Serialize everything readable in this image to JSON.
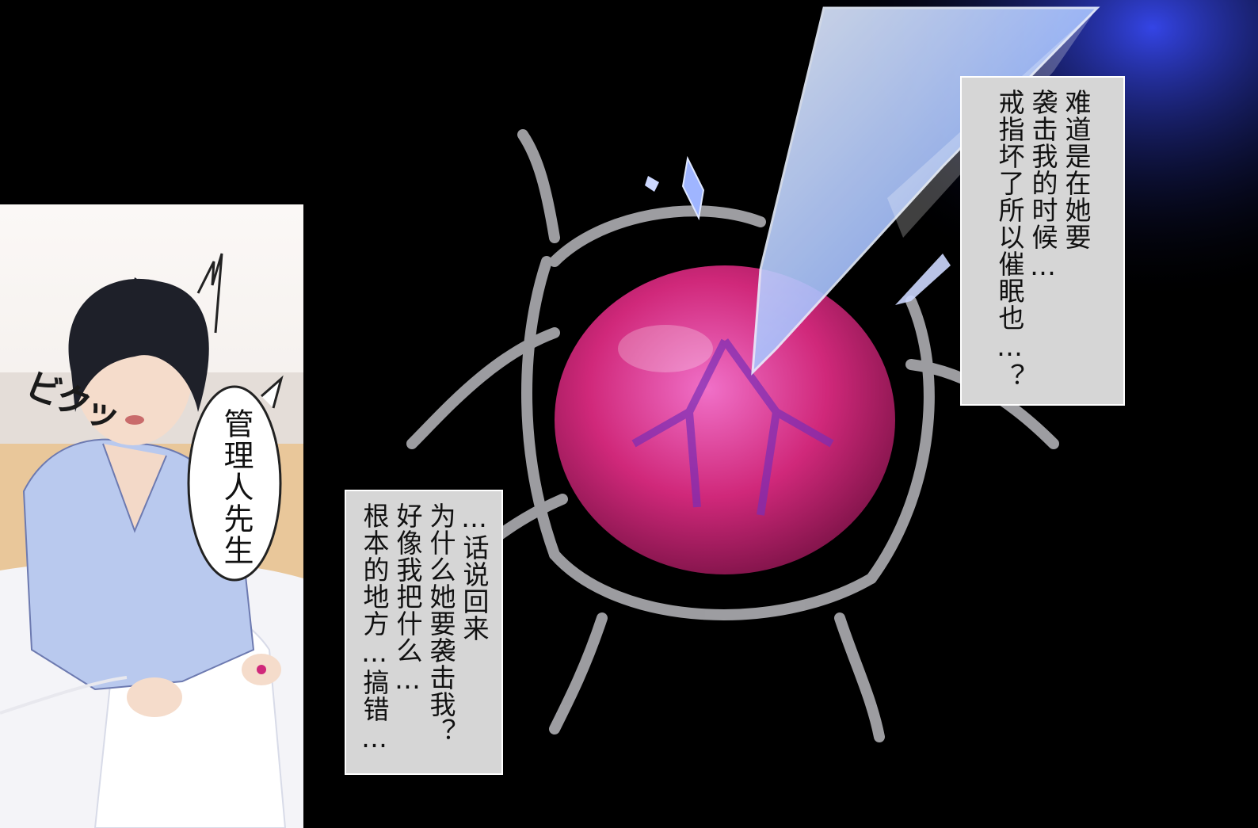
{
  "caption_top": {
    "lines": [
      "难道是在她要",
      "袭击我的时候…",
      "戒指坏了所以催眠也…？"
    ]
  },
  "caption_bottom": {
    "lines": [
      "…话说回来",
      "为什么她要袭击我？",
      "好像我把什么…",
      "根本的地方…搞错…"
    ]
  },
  "speech_bubble": {
    "text": "管理人先生"
  },
  "sfx": {
    "text": "ビクッ"
  },
  "colors": {
    "background": "#000000",
    "gem": "#d0287a",
    "crystal": "#a9c4ff",
    "caption_bg": "#d6d6d6"
  }
}
